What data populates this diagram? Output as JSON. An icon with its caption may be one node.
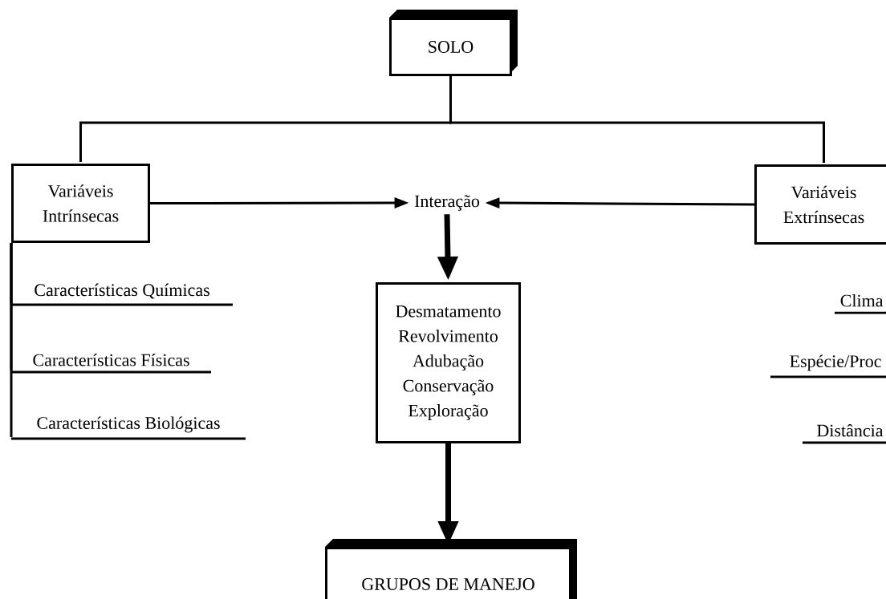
{
  "diagram": {
    "nodes": [
      {
        "text": [
          "SOLO"
        ]
      },
      {
        "text": [
          "Variáveis Intrínsecas"
        ]
      },
      {
        "text": [
          "Variáveis Extrínsecas"
        ]
      },
      {
        "text": [
          "Interação"
        ]
      },
      {
        "text": [
          "Desmatamento",
          "Revolvimento",
          "Adubação",
          "Conservação",
          "Exploração"
        ]
      },
      {
        "text": [
          "GRUPOS DE MANEJO"
        ]
      },
      {
        "text": [
          "Características Químicas"
        ]
      },
      {
        "text": [
          "Características Físicas"
        ]
      },
      {
        "text": [
          "Características Biológicas"
        ]
      }
    ],
    "edges": [
      {
        "from": 0,
        "to": 1,
        "arrow": "none"
      },
      {
        "from": 0,
        "to": 2,
        "arrow": "none"
      },
      {
        "from": 1,
        "to": 3,
        "arrow": "to"
      },
      {
        "from": 2,
        "to": 3,
        "arrow": "to"
      },
      {
        "from": 3,
        "to": 4,
        "arrow": "to",
        "style": "thick"
      },
      {
        "from": 4,
        "to": 5,
        "arrow": "to",
        "style": "thick"
      },
      {
        "from": 1,
        "to": 6,
        "arrow": "none"
      },
      {
        "from": 1,
        "to": 7,
        "arrow": "none"
      },
      {
        "from": 1,
        "to": 8,
        "arrow": "none"
      }
    ],
    "labels": [
      "Clima",
      "Espécie/Proc",
      "Distância"
    ]
  }
}
